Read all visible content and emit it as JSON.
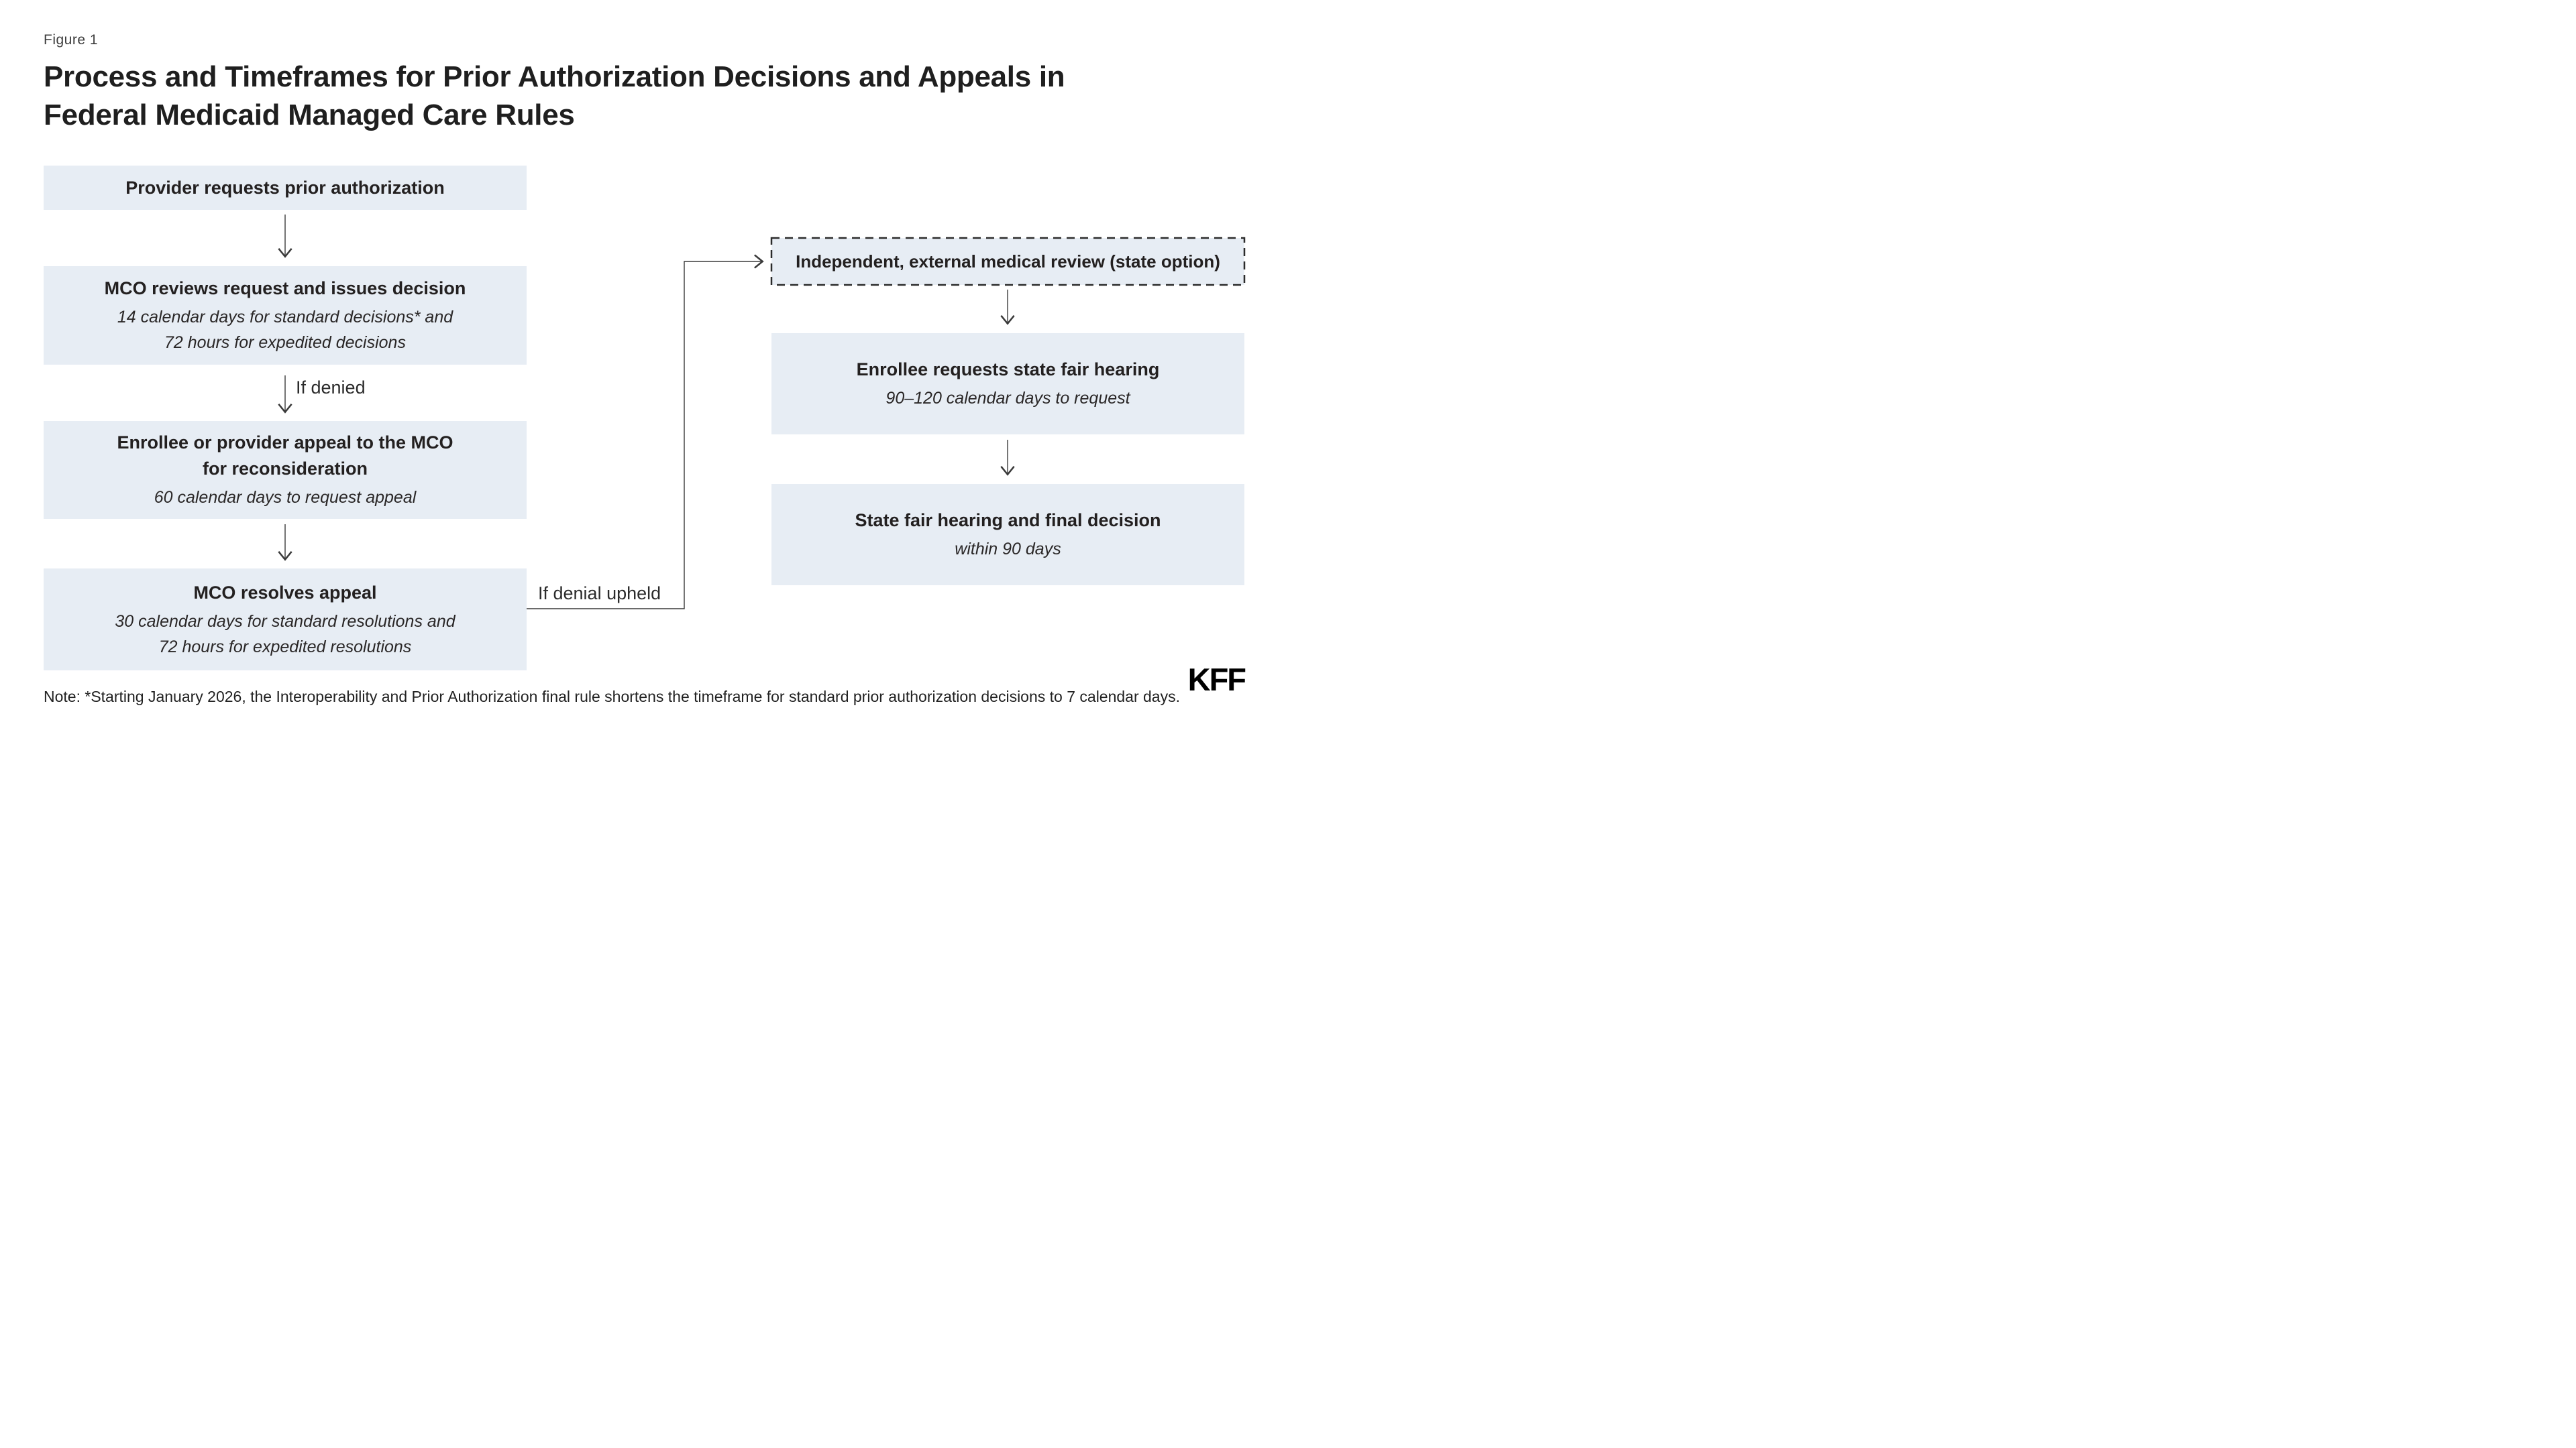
{
  "figure_label": "Figure 1",
  "title_lines": [
    "Process and Timeframes for Prior Authorization Decisions and Appeals in",
    "Federal Medicaid Managed Care Rules"
  ],
  "flow_left": [
    {
      "title_lines": [
        "Provider requests prior authorization"
      ],
      "subtitle_lines": []
    },
    {
      "title_lines": [
        "MCO reviews request and issues decision"
      ],
      "subtitle_lines": [
        "14 calendar days for standard decisions* and",
        "72 hours for expedited decisions"
      ]
    },
    {
      "title_lines": [
        "Enrollee or provider appeal to the MCO",
        "for reconsideration"
      ],
      "subtitle_lines": [
        "60 calendar days to request appeal"
      ]
    },
    {
      "title_lines": [
        "MCO resolves appeal"
      ],
      "subtitle_lines": [
        "30 calendar days for standard resolutions and",
        "72 hours for expedited resolutions"
      ]
    }
  ],
  "flow_right": [
    {
      "title_lines": [
        "Independent, external medical review (state option)"
      ],
      "subtitle_lines": [],
      "border": "dashed"
    },
    {
      "title_lines": [
        "Enrollee requests state fair hearing"
      ],
      "subtitle_lines": [
        "90–120 calendar days to request"
      ]
    },
    {
      "title_lines": [
        "State fair hearing and final decision"
      ],
      "subtitle_lines": [
        "within 90 days"
      ]
    }
  ],
  "labels": {
    "if_denied": "If denied",
    "if_denial_upheld": "If denial upheld"
  },
  "note": "Note: *Starting January 2026, the Interoperability and Prior Authorization final rule shortens the timeframe for standard prior authorization decisions to 7 calendar days.",
  "logo_text": "KFF",
  "colors": {
    "box_fill": "#e7edf4",
    "text": "#232323",
    "line": "#3a3a3a",
    "dashed_border": "#2b2b2b",
    "background": "#ffffff"
  }
}
